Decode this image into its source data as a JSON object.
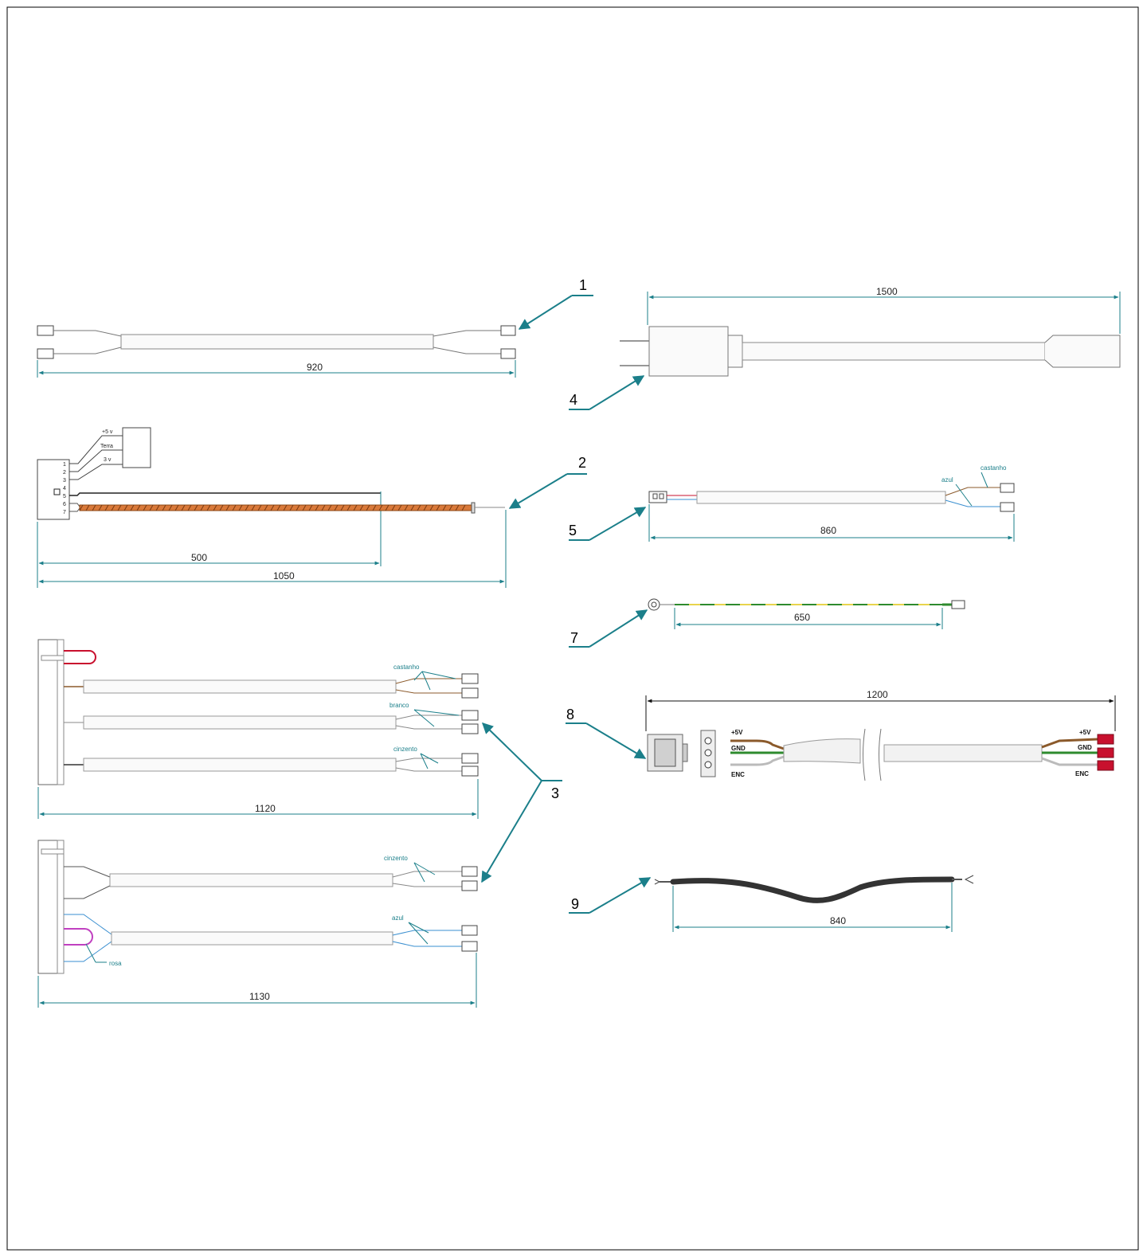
{
  "callouts": {
    "c1": "1",
    "c2": "2",
    "c3": "3",
    "c4": "4",
    "c5": "5",
    "c7": "7",
    "c8": "8",
    "c9": "9"
  },
  "dimensions": {
    "d920": "920",
    "d500": "500",
    "d1050": "1050",
    "d1120": "1120",
    "d1130": "1130",
    "d1500": "1500",
    "d860": "860",
    "d650": "650",
    "d1200": "1200",
    "d840": "840"
  },
  "wire_labels": {
    "castanho_3a": "castanho",
    "branco_3a": "branco",
    "cinzento_3a": "cinzento",
    "cinzento_3b": "cinzento",
    "azul_3b": "azul",
    "rosa_3b": "rosa",
    "castanho_5": "castanho",
    "azul_5": "azul"
  },
  "part2_pins": {
    "plus5v": "+5 v",
    "terra": "Terra",
    "threev": "3 v",
    "p1": "1",
    "p2": "2",
    "p3": "3",
    "p4": "4",
    "p5": "5",
    "p6": "6",
    "p7": "7"
  },
  "part8_labels": {
    "left_5v": "+5V",
    "left_gnd": "GND",
    "left_enc": "ENC",
    "right_5v": "+5V",
    "right_gnd": "GND",
    "right_enc": "ENC"
  },
  "colors": {
    "callout_arrow": "#1b7f8a",
    "brown_wire": "#8b5a2b",
    "orange_braid": "#d9793a",
    "blue_wire": "#3a8fd0",
    "green_wire": "#2e8b2e",
    "red_terminal": "#c8102e",
    "pink_loop": "#c040c0"
  }
}
